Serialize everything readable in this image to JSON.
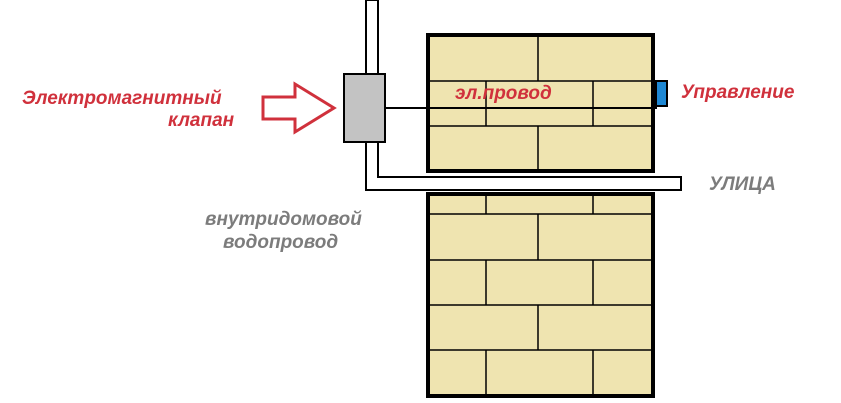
{
  "labels": {
    "valve_line1": "Электромагнитный",
    "valve_line2": "клапан",
    "wire": "эл.провод",
    "control": "Управление",
    "street": "УЛИЦА",
    "indoor_line1": "внутридомовой",
    "indoor_line2": "водопровод"
  },
  "colors": {
    "brick": "#efe4b0",
    "outline": "#000000",
    "valve": "#c3c3c3",
    "arrow": "#d0313c",
    "label_red": "#d0313c",
    "label_gray": "#7c7c7c",
    "control_box": "#1e88d4"
  },
  "icons": {
    "arrow": "right-arrow-outline-icon",
    "valve": "valve-box-icon",
    "control": "control-switch-icon"
  }
}
